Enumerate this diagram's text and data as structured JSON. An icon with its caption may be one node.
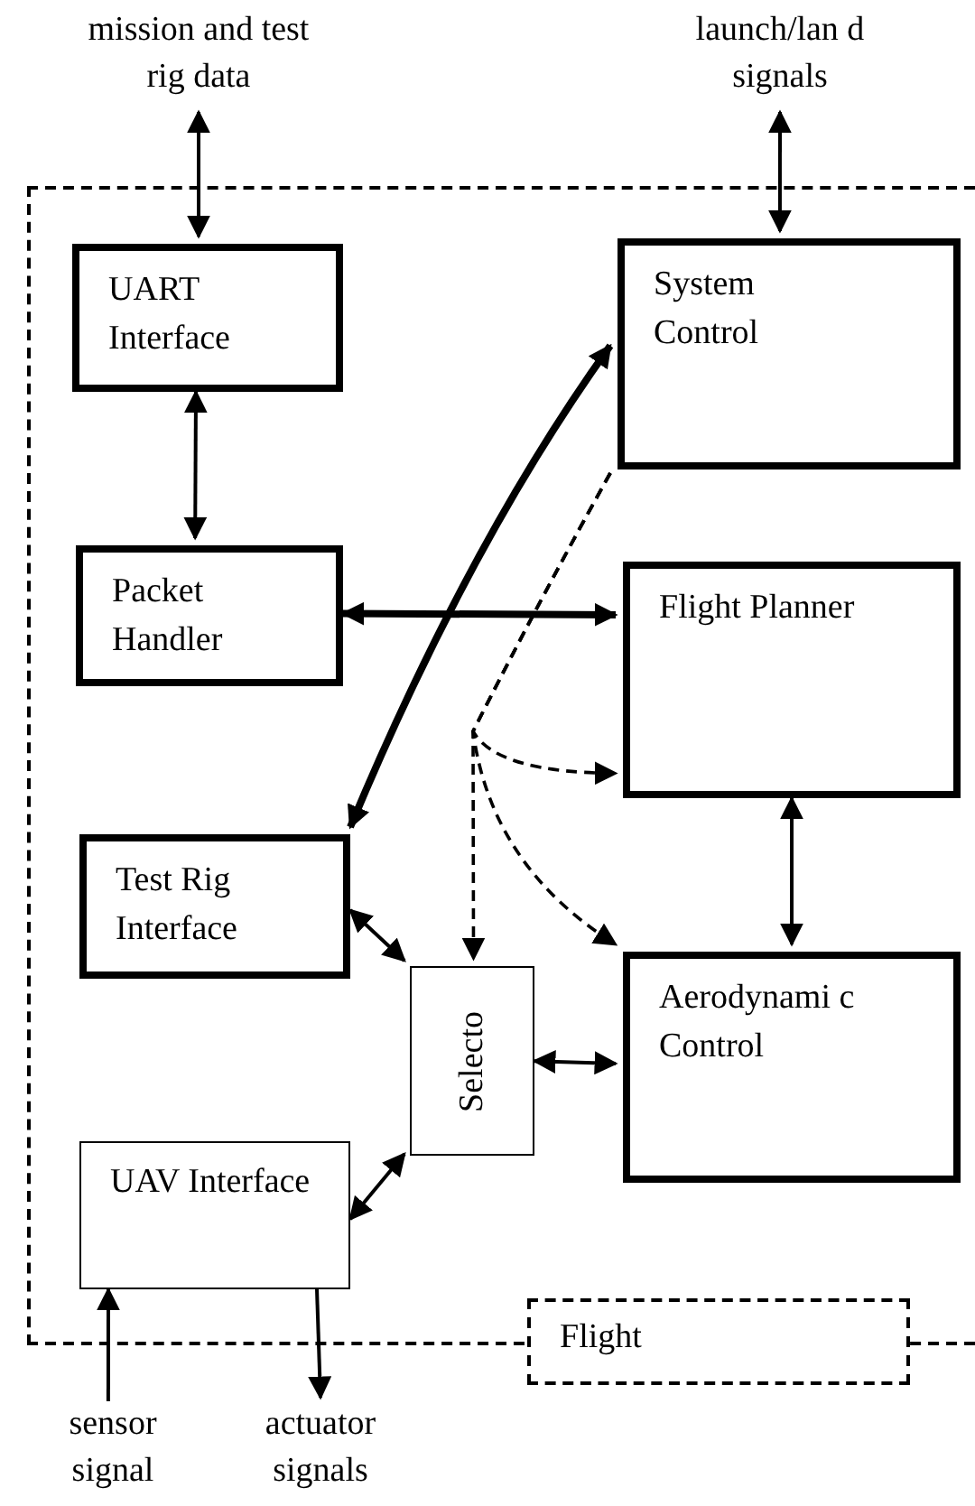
{
  "diagram": {
    "nodes": [
      {
        "text": [
          "mission and test rig data"
        ]
      },
      {
        "text": [
          "launch/lan d signals"
        ]
      },
      {
        "text": [
          "Flight"
        ]
      },
      {
        "text": [
          "UART Interface"
        ],
        "in": 2
      },
      {
        "text": [
          "System Control"
        ],
        "in": 2
      },
      {
        "text": [
          "Packet Handler"
        ],
        "in": 2
      },
      {
        "text": [
          "Flight Planner"
        ],
        "in": 2
      },
      {
        "text": [
          "Test Rig Interface"
        ],
        "in": 2
      },
      {
        "text": [
          "Selecto"
        ],
        "in": 2
      },
      {
        "text": [
          "Aerodynami c Control"
        ],
        "in": 2
      },
      {
        "text": [
          "UAV Interface"
        ],
        "in": 2
      },
      {
        "text": [
          "sensor signal"
        ]
      },
      {
        "text": [
          "actuator signals"
        ]
      }
    ],
    "edges": [
      {
        "from": 0,
        "to": 3,
        "arrow": "both"
      },
      {
        "from": 1,
        "to": 4,
        "arrow": "both"
      },
      {
        "from": 3,
        "to": 5,
        "arrow": "both"
      },
      {
        "from": 5,
        "to": 6,
        "arrow": "both",
        "style": "thick"
      },
      {
        "from": 4,
        "to": 7,
        "arrow": "both",
        "style": "thick"
      },
      {
        "from": 4,
        "to": 8,
        "arrow": "to",
        "style": "dashed"
      },
      {
        "from": 4,
        "to": 6,
        "arrow": "to",
        "style": "dashed"
      },
      {
        "from": 4,
        "to": 9,
        "arrow": "to",
        "style": "dashed"
      },
      {
        "from": 6,
        "to": 9,
        "arrow": "both"
      },
      {
        "from": 7,
        "to": 8,
        "arrow": "both"
      },
      {
        "from": 8,
        "to": 9,
        "arrow": "both"
      },
      {
        "from": 10,
        "to": 8,
        "arrow": "both"
      },
      {
        "from": 11,
        "to": 10,
        "arrow": "to"
      },
      {
        "from": 10,
        "to": 12,
        "arrow": "to"
      }
    ]
  }
}
